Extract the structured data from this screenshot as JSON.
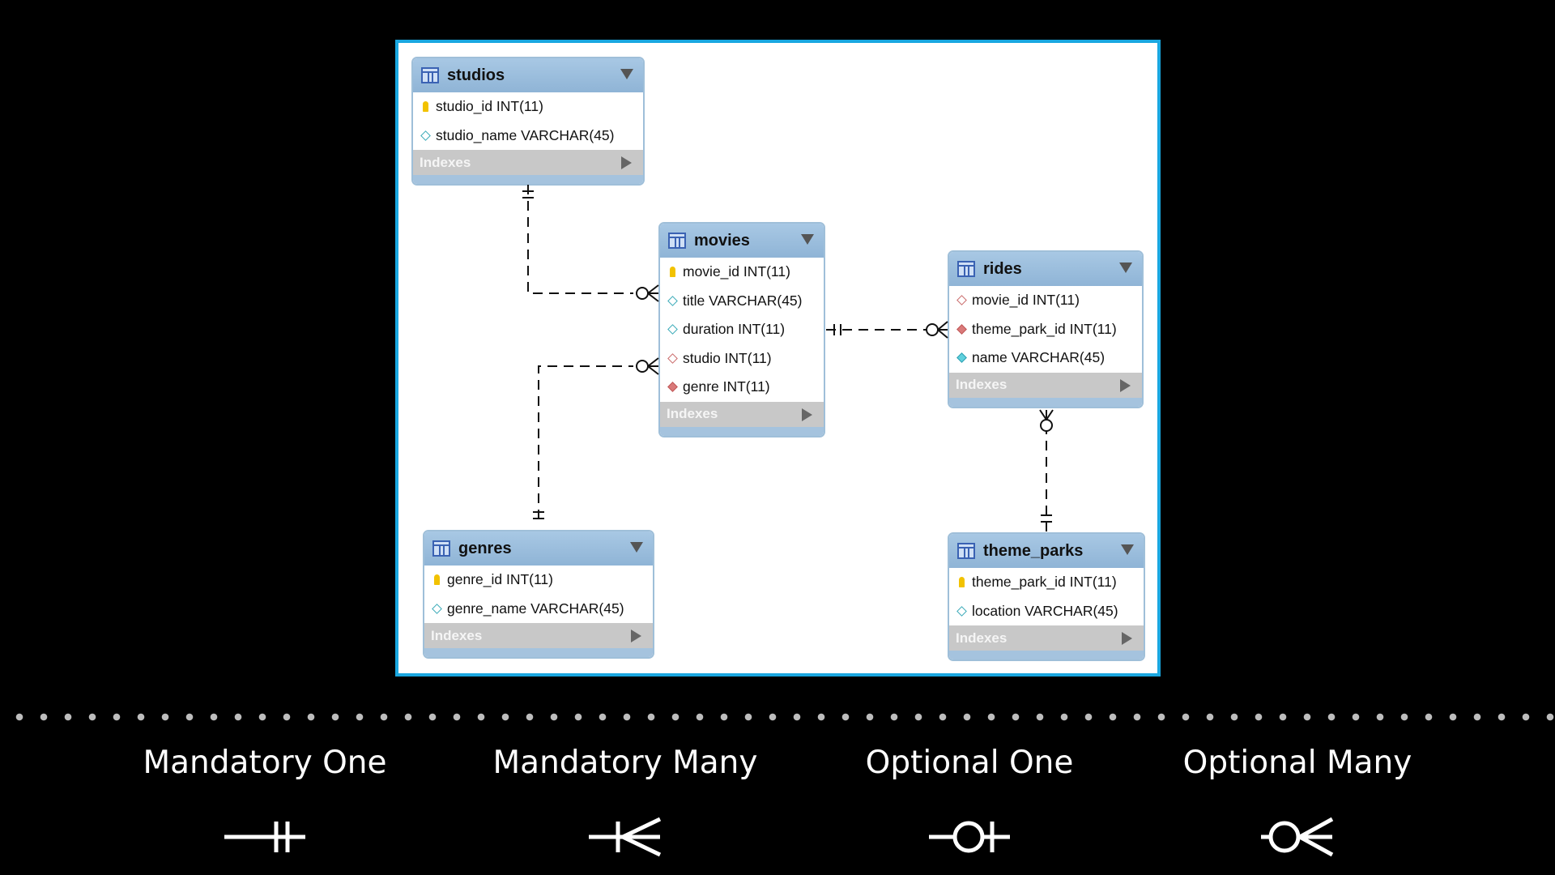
{
  "tables": {
    "studios": {
      "name": "studios",
      "columns": [
        {
          "text": "studio_id INT(11)",
          "icon": "primary-key-icon"
        },
        {
          "text": "studio_name VARCHAR(45)",
          "icon": "attribute-icon"
        }
      ],
      "indexes": "Indexes"
    },
    "movies": {
      "name": "movies",
      "columns": [
        {
          "text": "movie_id INT(11)",
          "icon": "primary-key-icon"
        },
        {
          "text": "title VARCHAR(45)",
          "icon": "attribute-icon"
        },
        {
          "text": "duration INT(11)",
          "icon": "attribute-icon"
        },
        {
          "text": "studio INT(11)",
          "icon": "foreign-key-icon"
        },
        {
          "text": "genre INT(11)",
          "icon": "foreign-key-filled-icon"
        }
      ],
      "indexes": "Indexes"
    },
    "rides": {
      "name": "rides",
      "columns": [
        {
          "text": "movie_id INT(11)",
          "icon": "foreign-key-icon"
        },
        {
          "text": "theme_park_id INT(11)",
          "icon": "foreign-key-filled-icon"
        },
        {
          "text": "name VARCHAR(45)",
          "icon": "not-null-attribute-icon"
        }
      ],
      "indexes": "Indexes"
    },
    "genres": {
      "name": "genres",
      "columns": [
        {
          "text": "genre_id INT(11)",
          "icon": "primary-key-icon"
        },
        {
          "text": "genre_name VARCHAR(45)",
          "icon": "attribute-icon"
        }
      ],
      "indexes": "Indexes"
    },
    "theme_parks": {
      "name": "theme_parks",
      "columns": [
        {
          "text": "theme_park_id INT(11)",
          "icon": "primary-key-icon"
        },
        {
          "text": "location VARCHAR(45)",
          "icon": "attribute-icon"
        }
      ],
      "indexes": "Indexes"
    }
  },
  "relationships": [
    {
      "from": "studios",
      "from_end": "mandatory-one",
      "to": "movies",
      "to_end": "optional-many"
    },
    {
      "from": "genres",
      "from_end": "mandatory-one",
      "to": "movies",
      "to_end": "optional-many"
    },
    {
      "from": "movies",
      "from_end": "mandatory-one",
      "to": "rides",
      "to_end": "optional-many"
    },
    {
      "from": "theme_parks",
      "from_end": "mandatory-one",
      "to": "rides",
      "to_end": "optional-many"
    }
  ],
  "legend": {
    "mandatory_one": "Mandatory One",
    "mandatory_many": "Mandatory Many",
    "optional_one": "Optional One",
    "optional_many": "Optional Many"
  },
  "colors": {
    "canvas_border": "#1aa7e0",
    "table_header": "#a8c8e4",
    "primary_key": "#f2c200",
    "background": "#000000"
  }
}
